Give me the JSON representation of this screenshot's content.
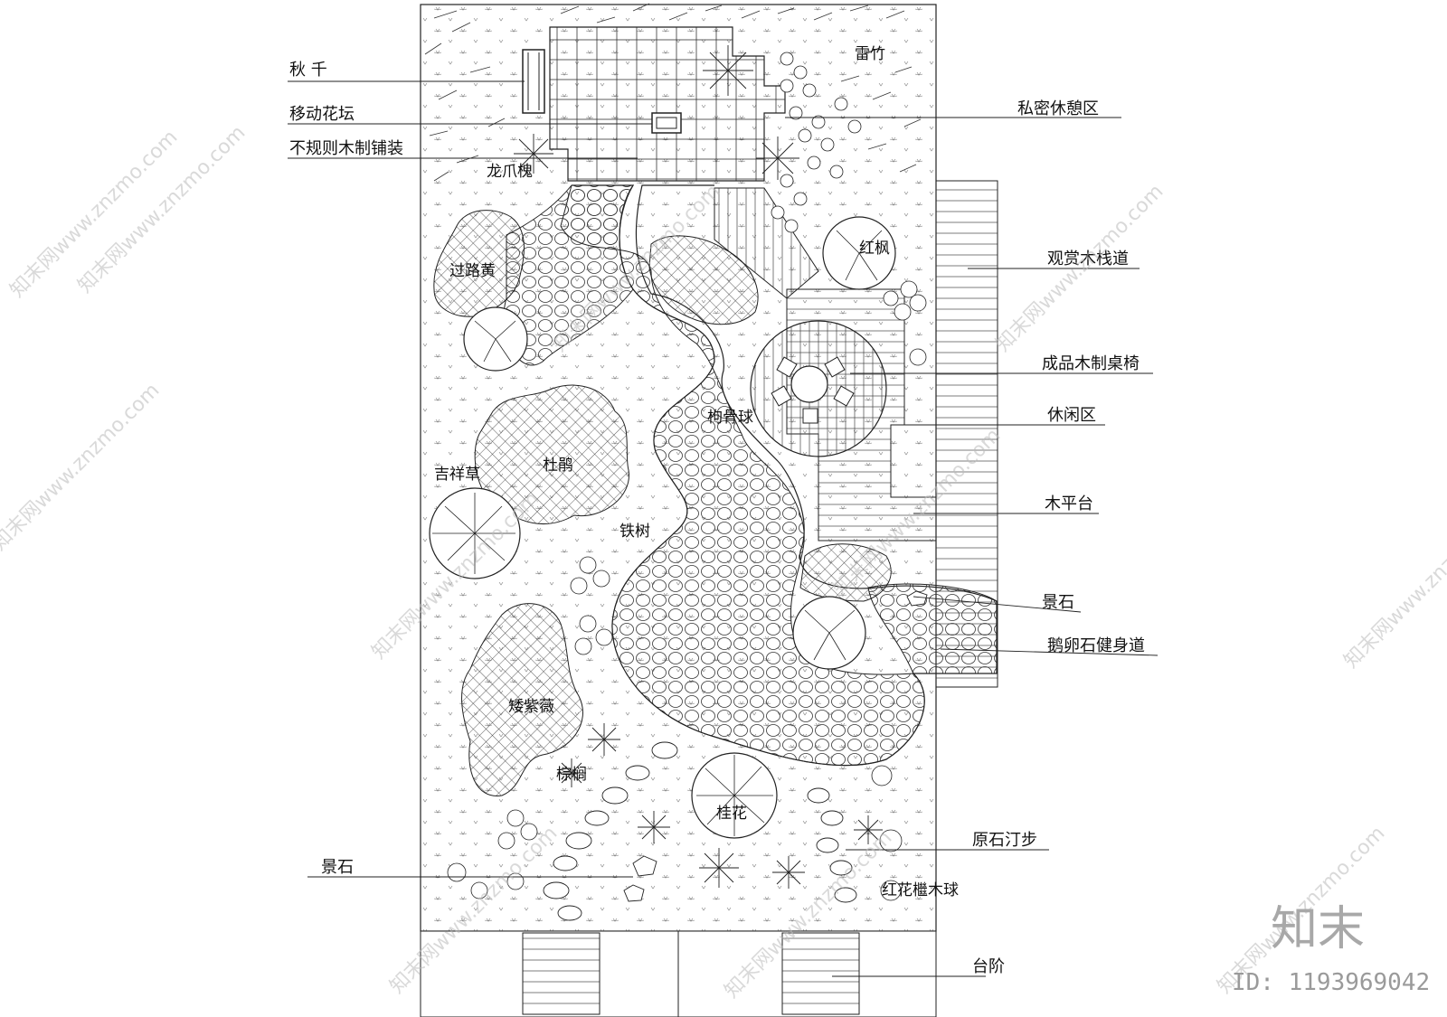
{
  "callouts_left": [
    {
      "id": "swing",
      "text": "秋  千"
    },
    {
      "id": "planter",
      "text": "移动花坛"
    },
    {
      "id": "wood-paving",
      "text": "不规则木制铺装"
    },
    {
      "id": "rock-bottom",
      "text": "景石"
    }
  ],
  "callouts_right": [
    {
      "id": "private-rest",
      "text": "私密休憩区"
    },
    {
      "id": "boardwalk",
      "text": "观赏木栈道"
    },
    {
      "id": "table-chairs",
      "text": "成品木制桌椅"
    },
    {
      "id": "leisure",
      "text": "休闲区"
    },
    {
      "id": "wood-deck",
      "text": "木平台"
    },
    {
      "id": "rock-right",
      "text": "景石"
    },
    {
      "id": "pebble-path",
      "text": "鹅卵石健身道"
    },
    {
      "id": "stepping-stones",
      "text": "原石汀步"
    },
    {
      "id": "steps",
      "text": "台阶"
    }
  ],
  "plant_labels": [
    {
      "id": "thunder-bamboo",
      "text": "雷竹"
    },
    {
      "id": "dragon-claw",
      "text": "龙爪槐"
    },
    {
      "id": "red-maple",
      "text": "红枫"
    },
    {
      "id": "yellow",
      "text": "过路黄"
    },
    {
      "id": "boxwood",
      "text": "枸骨球"
    },
    {
      "id": "azalea",
      "text": "杜鹃"
    },
    {
      "id": "kirin",
      "text": "吉祥草"
    },
    {
      "id": "cycad",
      "text": "铁树"
    },
    {
      "id": "crape",
      "text": "矮紫薇"
    },
    {
      "id": "palm",
      "text": "棕榈"
    },
    {
      "id": "osmanthus",
      "text": "桂花"
    },
    {
      "id": "loropetalum",
      "text": "红花檵木球"
    }
  ],
  "watermark_text": "知末网www.znzmo.com",
  "brand_logo": "知末",
  "image_id": "ID: 1193969042"
}
